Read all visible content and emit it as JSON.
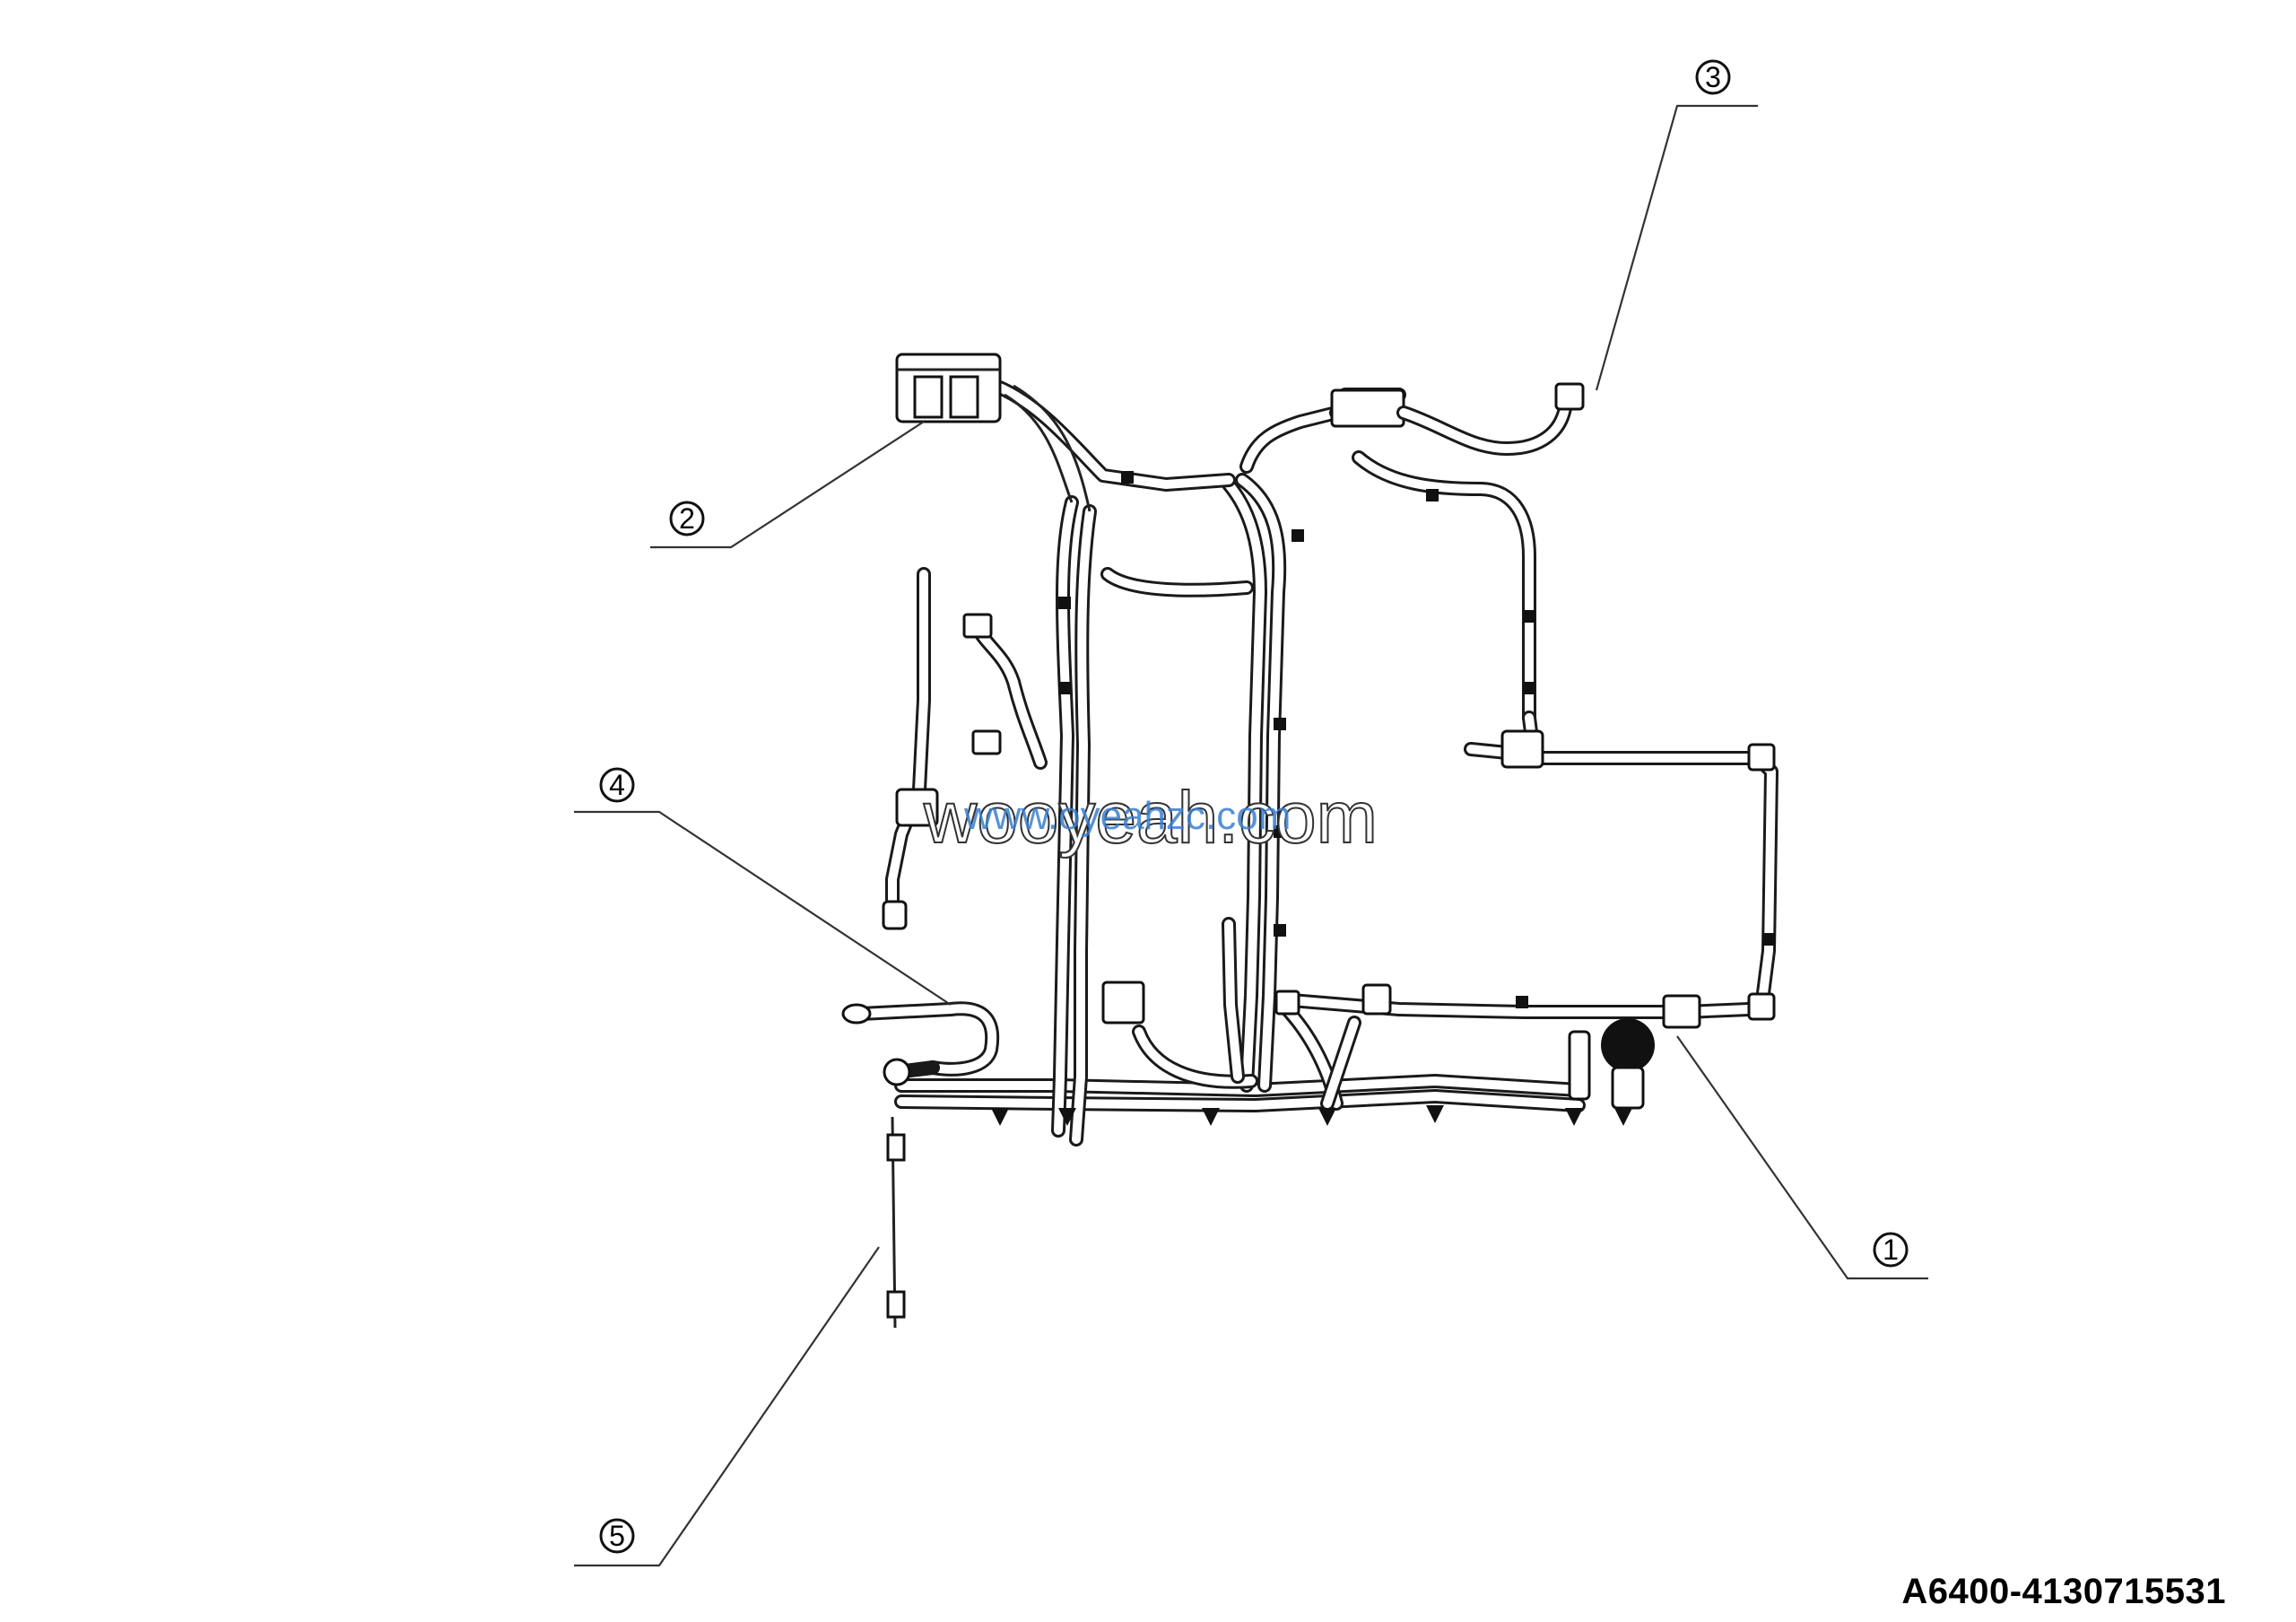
{
  "callouts": [
    {
      "id": "1",
      "label": "1"
    },
    {
      "id": "2",
      "label": "2"
    },
    {
      "id": "3",
      "label": "3"
    },
    {
      "id": "4",
      "label": "4"
    },
    {
      "id": "5",
      "label": "5"
    }
  ],
  "drawing_code": "A6400-4130715531",
  "watermark": {
    "outline_text": "wooyeah.com",
    "overlay_text": "www.oyeahzc.com"
  }
}
